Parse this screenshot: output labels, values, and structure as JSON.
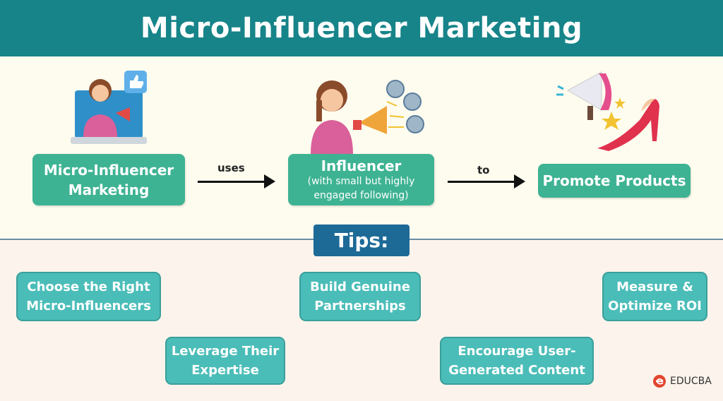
{
  "title": "Micro-Influencer Marketing",
  "flow": {
    "step1": {
      "line1": "Micro-Influencer",
      "line2": "Marketing"
    },
    "arrow1": "uses",
    "step2": {
      "title": "Influencer",
      "line1": "(with small but highly",
      "line2": "engaged following)"
    },
    "arrow2": "to",
    "step3": "Promote Products"
  },
  "tips_label": "Tips:",
  "tips": [
    {
      "line1": "Choose the Right",
      "line2": "Micro-Influencers"
    },
    {
      "line1": "Leverage Their",
      "line2": "Expertise"
    },
    {
      "line1": "Build Genuine",
      "line2": "Partnerships"
    },
    {
      "line1": "Encourage User-",
      "line2": "Generated Content"
    },
    {
      "line1": "Measure &",
      "line2": "Optimize ROI"
    }
  ],
  "logo": "EDUCBA",
  "colors": {
    "header": "#168489",
    "flow_box": "#3eb393",
    "tip_box": "#4bbdb8",
    "tips_badge": "#1d6a97"
  }
}
